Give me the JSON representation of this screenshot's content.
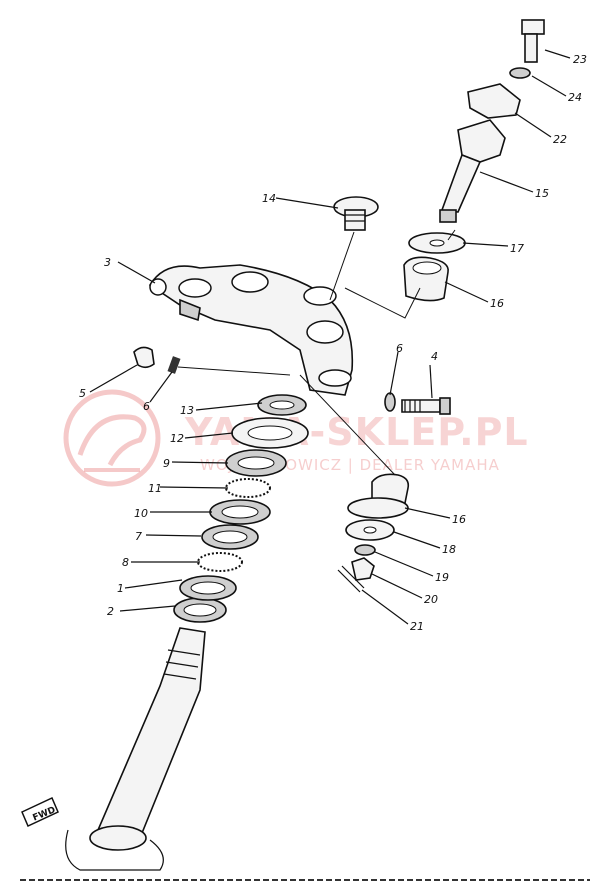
{
  "watermark": {
    "line1": "YAMA-SKLEP.PL",
    "line2": "WOJCIECHOWICZ | DEALER YAMAHA"
  },
  "forward_tag": "FWD",
  "callouts": [
    "1",
    "2",
    "3",
    "4",
    "5",
    "6",
    "6",
    "7",
    "8",
    "9",
    "10",
    "11",
    "12",
    "13",
    "14",
    "15",
    "16",
    "16",
    "17",
    "18",
    "19",
    "20",
    "21",
    "22",
    "23",
    "24"
  ]
}
